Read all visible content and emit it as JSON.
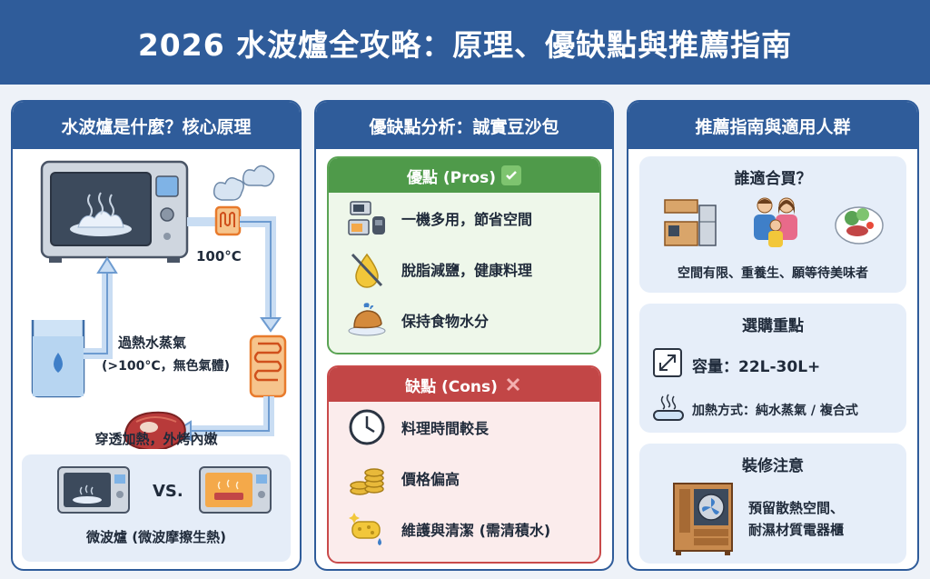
{
  "title": "2026 水波爐全攻略：原理、優缺點與推薦指南",
  "principle": {
    "header": "水波爐是什麼？核心原理",
    "temp_label": "100°C",
    "steam_label": "過熱水蒸氣",
    "steam_detail": "(>100°C，無色氣體)",
    "result_label": "穿透加熱，外烤內嫩",
    "vs_label": "VS.",
    "microwave_label": "微波爐 (微波摩擦生熱)"
  },
  "analysis": {
    "header": "優缺點分析：誠實豆沙包",
    "pros": {
      "title": "優點 (Pros)",
      "items": [
        "一機多用，節省空間",
        "脫脂減鹽，健康料理",
        "保持食物水分"
      ]
    },
    "cons": {
      "title": "缺點 (Cons)",
      "items": [
        "料理時間較長",
        "價格偏高",
        "維護與清潔 (需清積水)"
      ]
    }
  },
  "guide": {
    "header": "推薦指南與適用人群",
    "who": {
      "title": "誰適合買？",
      "text": "空間有限、重養生、願等待美味者"
    },
    "buy": {
      "title": "選購重點",
      "capacity": "容量：22L-30L+",
      "heating": "加熱方式：純水蒸氣 / 複合式"
    },
    "install": {
      "title": "裝修注意",
      "line1": "預留散熱空間、",
      "line2": "耐濕材質電器櫃"
    }
  },
  "colors": {
    "primary": "#2f5c9a",
    "pros": "#4f9a4a",
    "cons": "#c24646",
    "accent": "#e87a2c"
  }
}
